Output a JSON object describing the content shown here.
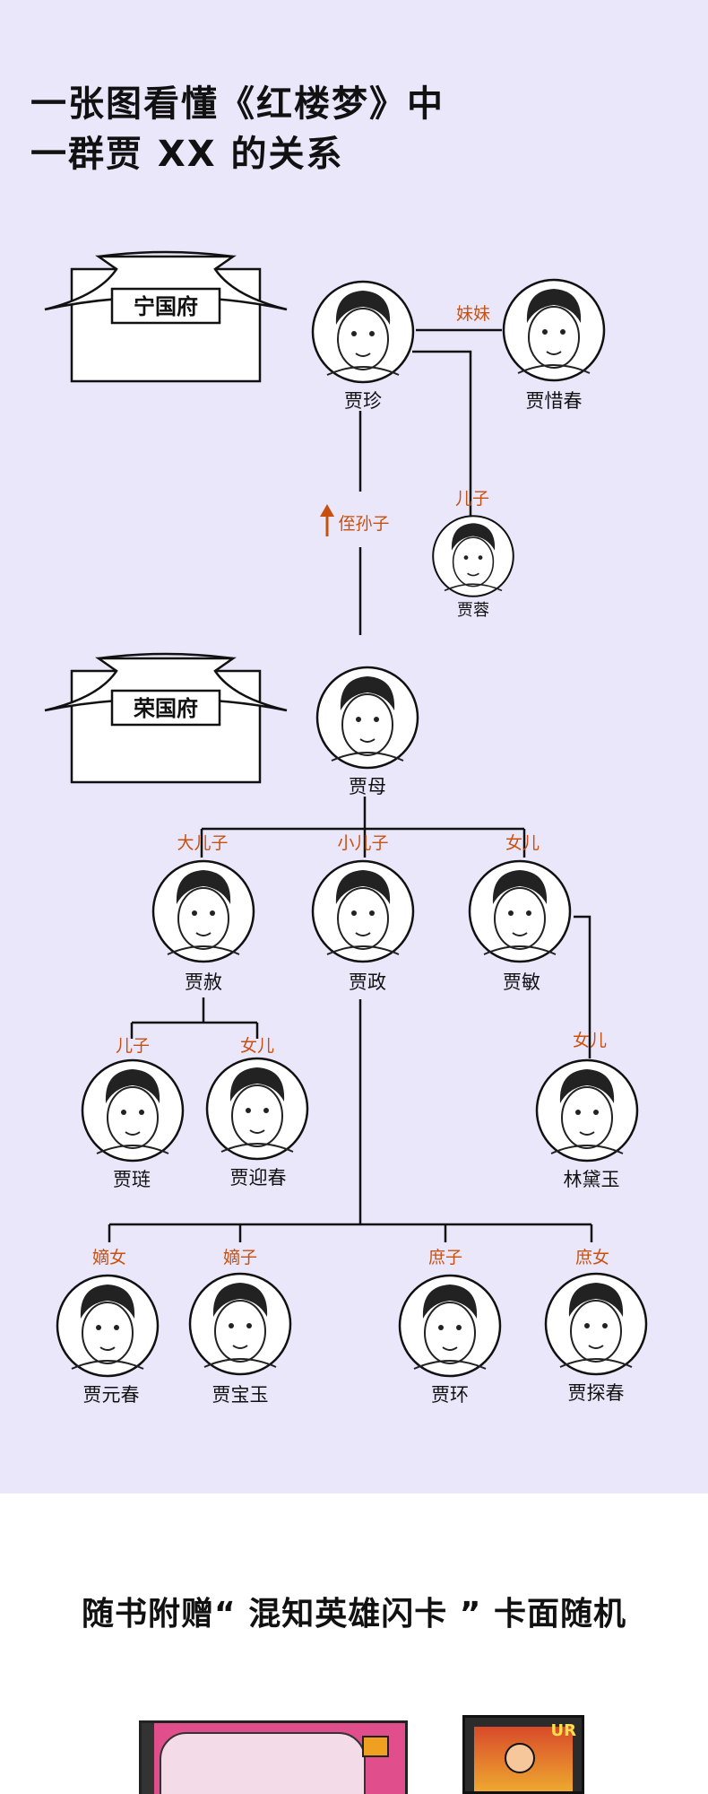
{
  "headline": {
    "line1": "一张图看懂《红楼梦》中",
    "line2": "一群贾 XX 的关系"
  },
  "houses": {
    "ningguo": "宁国府",
    "rongguo": "荣国府"
  },
  "people": {
    "jia_zhen": "贾珍",
    "jia_xichun": "贾惜春",
    "jia_rong": "贾蓉",
    "jia_mu": "贾母",
    "jia_she": "贾赦",
    "jia_zheng": "贾政",
    "jia_min": "贾敏",
    "jia_lian": "贾琏",
    "jia_yingchun": "贾迎春",
    "lin_daiyu": "林黛玉",
    "jia_yuanchun": "贾元春",
    "jia_baoyu": "贾宝玉",
    "jia_huan": "贾环",
    "jia_tanchun": "贾探春"
  },
  "relations": {
    "meimei": "妹妹",
    "erzi_rong": "儿子",
    "zhisunzi": "侄孙子",
    "da_erzi": "大儿子",
    "xiao_erzi": "小儿子",
    "nuer_min": "女儿",
    "erzi_lian": "儿子",
    "nuer_ying": "女儿",
    "nuer_lin": "女儿",
    "dinu": "嫡女",
    "dizi": "嫡子",
    "shuzi": "庶子",
    "shunu": "庶女"
  },
  "gift": {
    "title": "随书附赠“ 混知英雄闪卡 ” 卡面随机",
    "card_grade": "UR"
  },
  "colors": {
    "diagram_background": "#ebe7fb",
    "relation_label": "#c8500f",
    "line": "#111111"
  }
}
